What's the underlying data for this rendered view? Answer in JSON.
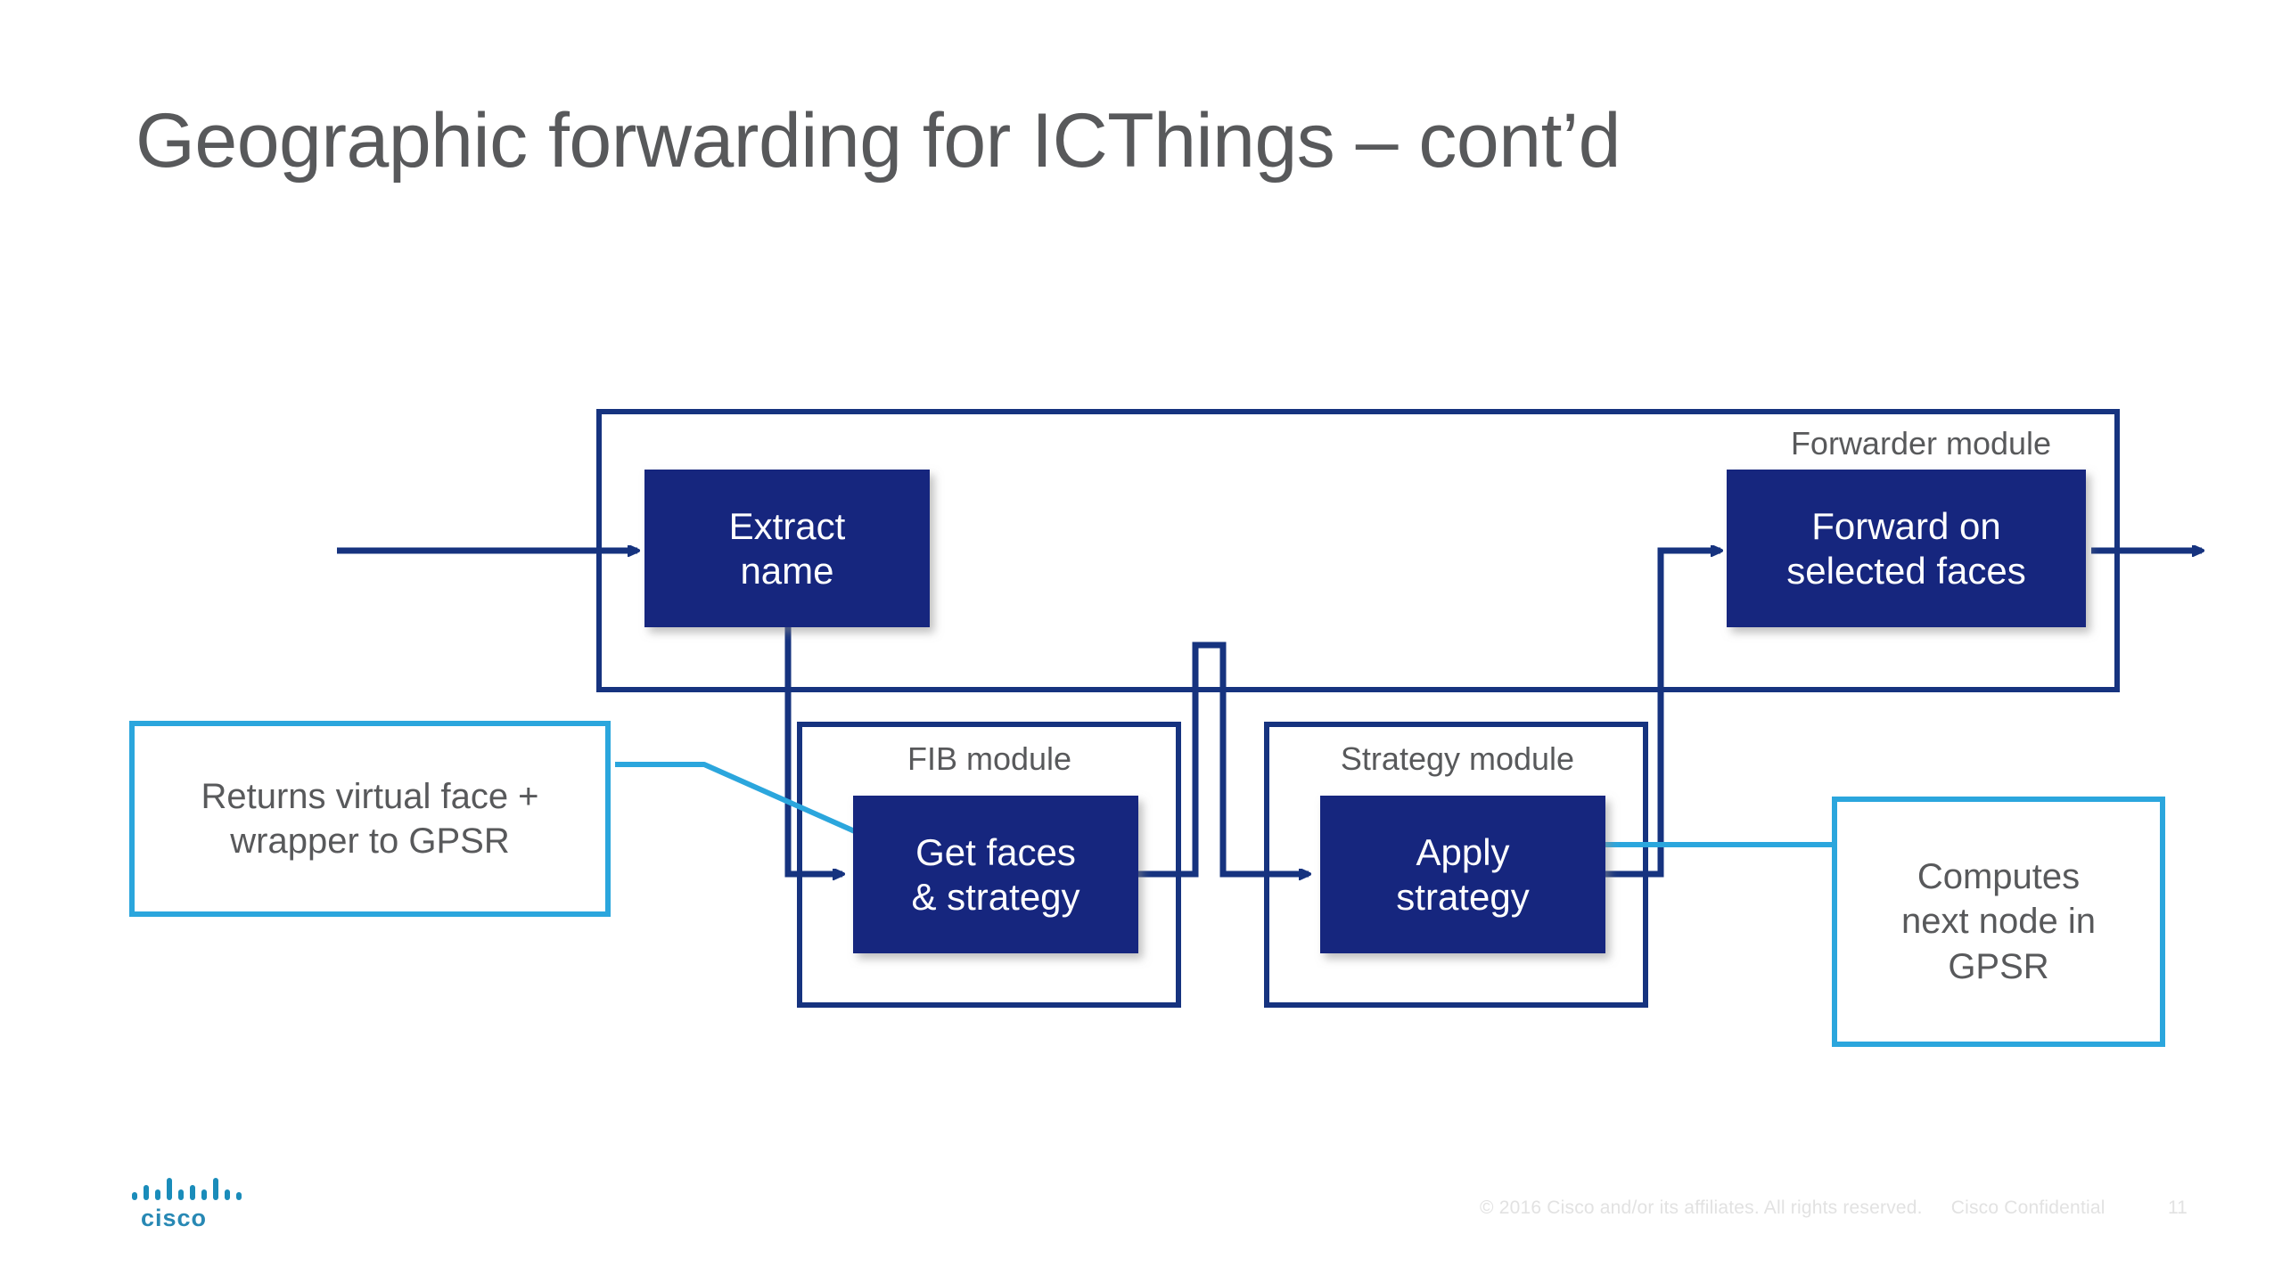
{
  "slide": {
    "title": "Geographic forwarding for ICThings – cont’d",
    "colors": {
      "title_gray": "#58595b",
      "node_blue": "#12287e",
      "line_blue": "#16337f",
      "callout_blue": "#2ba6dd",
      "footer_gray": "#e2e2e2",
      "background": "#ffffff"
    }
  },
  "diagram": {
    "modules": [
      {
        "id": "forwarder",
        "label": "Forwarder module"
      },
      {
        "id": "fib",
        "label": "FIB module"
      },
      {
        "id": "strategy",
        "label": "Strategy module"
      }
    ],
    "nodes": [
      {
        "id": "extract-name",
        "label": "Extract\nname"
      },
      {
        "id": "forward-faces",
        "label": "Forward on\nselected faces"
      },
      {
        "id": "get-faces",
        "label": "Get faces\n& strategy"
      },
      {
        "id": "apply-strategy",
        "label": "Apply\nstrategy"
      }
    ],
    "callouts": [
      {
        "id": "returns-virtual-face",
        "label": "Returns virtual face +\nwrapper to GPSR"
      },
      {
        "id": "computes-next-node",
        "label": "Computes\nnext node in\nGPSR"
      }
    ]
  },
  "footer": {
    "logo_wordmark": "cisco",
    "copyright": "© 2016  Cisco and/or its affiliates. All rights reserved.",
    "confidentiality": "Cisco Confidential",
    "page_number": "11"
  }
}
